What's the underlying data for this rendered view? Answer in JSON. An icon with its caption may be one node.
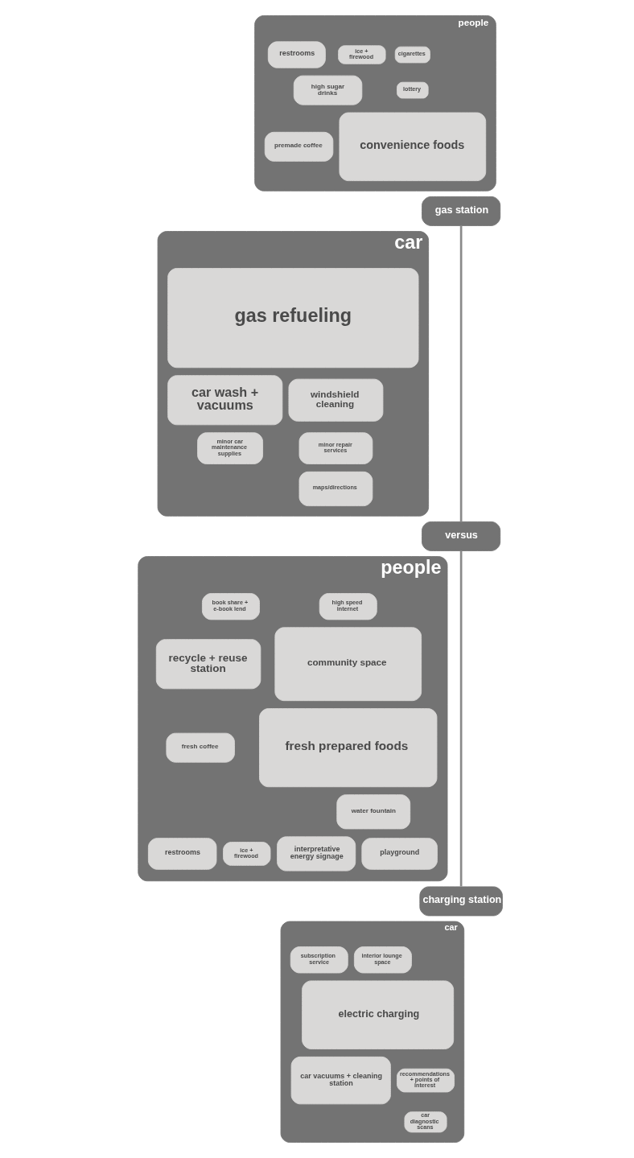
{
  "diagram": {
    "nodes": [
      {
        "text": [
          "people"
        ]
      },
      {
        "text": [
          "cigarettes"
        ],
        "in": 0
      },
      {
        "text": [
          "lottery"
        ],
        "in": 0
      },
      {
        "text": [
          "ice + firewood"
        ],
        "in": 0
      },
      {
        "text": [
          "restrooms"
        ],
        "in": 0
      },
      {
        "text": [
          "convenience foods"
        ],
        "in": 0
      },
      {
        "text": [
          "high sugar drinks"
        ],
        "in": 0
      },
      {
        "text": [
          "premade coffee"
        ],
        "in": 0
      },
      {
        "text": [
          "gas station"
        ]
      },
      {
        "text": [
          "car"
        ]
      },
      {
        "text": [
          "gas refueling"
        ],
        "in": 9
      },
      {
        "text": [
          "windshield cleaning"
        ],
        "in": 9
      },
      {
        "text": [
          "car wash + vacuums"
        ],
        "in": 9
      },
      {
        "text": [
          "minor repair services"
        ],
        "in": 9
      },
      {
        "text": [
          "minor car maintenance supplies"
        ],
        "in": 9
      },
      {
        "text": [
          "maps/directions"
        ],
        "in": 9
      },
      {
        "text": [
          "versus"
        ]
      },
      {
        "text": [
          "people"
        ]
      },
      {
        "text": [
          "high speed internet"
        ],
        "in": 17
      },
      {
        "text": [
          "book share + e-book lend"
        ],
        "in": 17
      },
      {
        "text": [
          "community space"
        ],
        "in": 17
      },
      {
        "text": [
          "recycle + reuse station"
        ],
        "in": 17
      },
      {
        "text": [
          "fresh prepared foods"
        ],
        "in": 17
      },
      {
        "text": [
          "fresh coffee"
        ],
        "in": 17
      },
      {
        "text": [
          "water fountain"
        ],
        "in": 17
      },
      {
        "text": [
          "playground"
        ],
        "in": 17
      },
      {
        "text": [
          "interpretative energy signage"
        ],
        "in": 17
      },
      {
        "text": [
          "ice + firewood"
        ],
        "in": 17
      },
      {
        "text": [
          "restrooms"
        ],
        "in": 17
      },
      {
        "text": [
          "charging station"
        ]
      },
      {
        "text": [
          "car"
        ]
      },
      {
        "text": [
          "interior lounge space"
        ],
        "in": 30
      },
      {
        "text": [
          "subscription service"
        ],
        "in": 30
      },
      {
        "text": [
          "electric charging"
        ],
        "in": 30
      },
      {
        "text": [
          "recommendations + points of interest"
        ],
        "in": 30
      },
      {
        "text": [
          "car diagnostic scans"
        ],
        "in": 30
      },
      {
        "text": [
          "car vacuums + cleaning station"
        ],
        "in": 30
      }
    ],
    "edges": [
      {
        "from": 8,
        "to": 16,
        "arrow": "none"
      },
      {
        "from": 16,
        "to": 29,
        "arrow": "none"
      }
    ]
  }
}
